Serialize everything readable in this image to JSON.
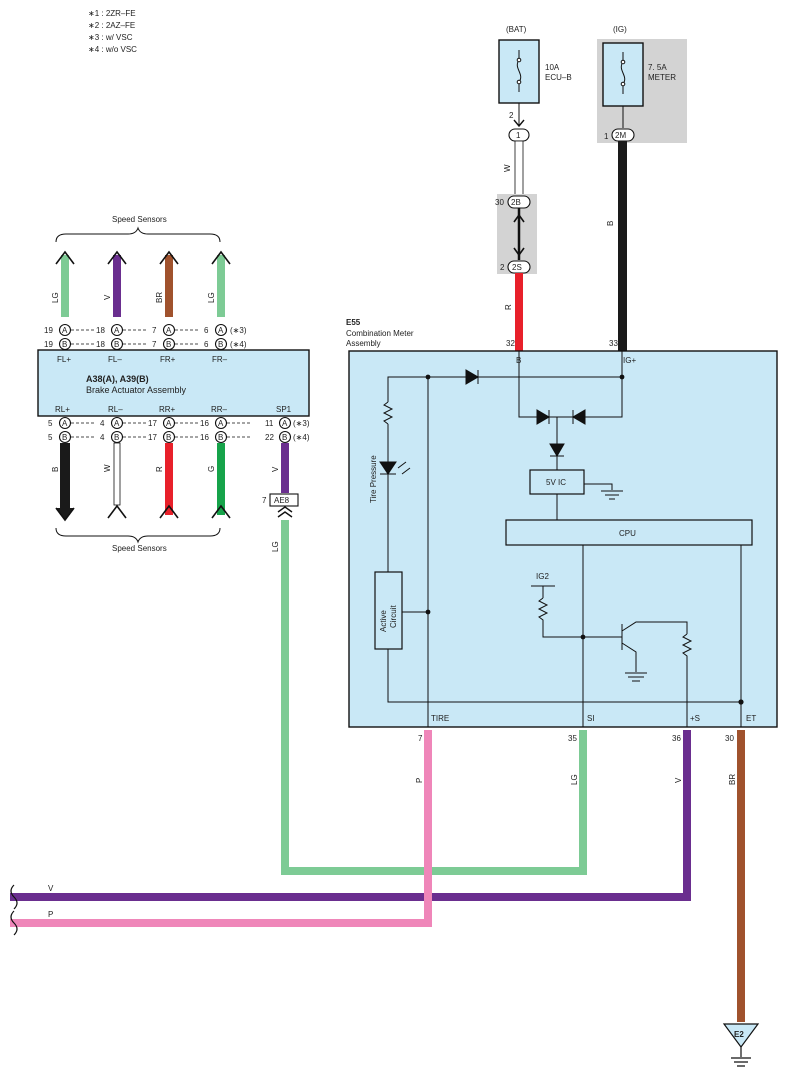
{
  "notes": [
    "∗1 : 2ZR–FE",
    "∗2 : 2AZ–FE",
    "∗3 : w/ VSC",
    "∗4 : w/o VSC"
  ],
  "colors": {
    "lg": "#7dcb95",
    "v": "#6a2e8f",
    "br": "#a0522d",
    "b": "#1a1a1a",
    "w": "#ffffff",
    "r": "#e8202a",
    "g": "#16a34a",
    "p": "#ef86b9",
    "box": "#c9e8f6",
    "shade": "#d3d3d3"
  },
  "power": {
    "bat": {
      "label": "(BAT)",
      "fuse_amp": "10A",
      "fuse_name": "ECU–B",
      "pin": "2",
      "conn": "1"
    },
    "ig": {
      "label": "(IG)",
      "fuse_amp": "7. 5A",
      "fuse_name": "METER",
      "pin": "1",
      "conn": "2M"
    },
    "junction": {
      "pin_top": "30",
      "conn_top": "2B",
      "pin_bottom": "2",
      "conn_bottom": "2S"
    },
    "wire_w": "W",
    "wire_r": "R",
    "wire_b": "B"
  },
  "speed_sensors_top": "Speed Sensors",
  "speed_sensors_bottom": "Speed Sensors",
  "actuator": {
    "title": "A38(A), A39(B)",
    "subtitle": "Brake Actuator Assembly",
    "top_wires": [
      "LG",
      "V",
      "BR",
      "LG"
    ],
    "top_pins": [
      "FL+",
      "FL–",
      "FR+",
      "FR–"
    ],
    "top_row_a": [
      "19",
      "18",
      "7",
      "6"
    ],
    "top_row_b": [
      "19",
      "18",
      "7",
      "6"
    ],
    "bottom_pins": [
      "RL+",
      "RL–",
      "RR+",
      "RR–",
      "SP1"
    ],
    "bottom_row_a": [
      "5",
      "4",
      "17",
      "16",
      "11"
    ],
    "bottom_row_b": [
      "5",
      "4",
      "17",
      "16",
      "22"
    ],
    "bottom_wires": [
      "B",
      "W",
      "R",
      "G",
      "V"
    ],
    "note_a": "(∗3)",
    "note_b": "(∗4)",
    "conn_a": "A",
    "conn_b": "B",
    "ae8_pin": "7",
    "ae8_conn": "AE8",
    "ae8_wire": "LG"
  },
  "meter": {
    "code": "E55",
    "name_line1": "Combination Meter",
    "name_line2": "Assembly",
    "top_pins": [
      {
        "num": "32",
        "name": "B"
      },
      {
        "num": "33",
        "name": "IG+"
      }
    ],
    "bottom_pins": [
      {
        "num": "7",
        "name": "TIRE",
        "wire": "P"
      },
      {
        "num": "35",
        "name": "SI",
        "wire": "LG"
      },
      {
        "num": "36",
        "name": "+S",
        "wire": "V"
      },
      {
        "num": "30",
        "name": "ET",
        "wire": "BR"
      }
    ],
    "ic": "5V IC",
    "cpu": "CPU",
    "ig2": "IG2",
    "tire_pressure": "Tire Pressure",
    "active_circuit_1": "Active",
    "active_circuit_2": "Circuit"
  },
  "bus_wires": [
    "V",
    "P"
  ],
  "ground": "E2"
}
